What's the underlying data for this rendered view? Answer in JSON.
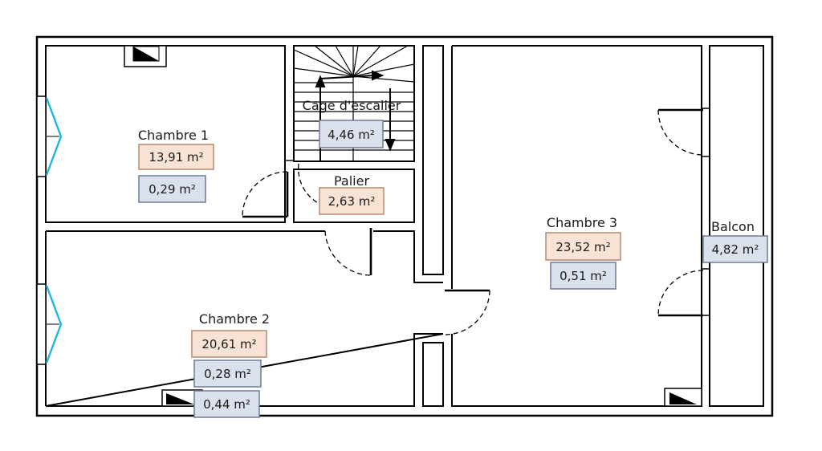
{
  "colors": {
    "floor_area_fill": "#f9e3d4",
    "floor_area_stroke": "#b08a70",
    "other_area_fill": "#dbe1ec",
    "other_area_stroke": "#6f7b93",
    "window": "#1fb3e6",
    "wall": "#000000"
  },
  "rooms": {
    "chambre1": {
      "name": "Chambre 1",
      "area_main": "13,91 m²",
      "area_secondary": "0,29 m²"
    },
    "cage": {
      "name": "Cage d'escalier",
      "area_secondary": "4,46 m²"
    },
    "palier": {
      "name": "Palier",
      "area_main": "2,63 m²"
    },
    "chambre2": {
      "name": "Chambre 2",
      "area_main": "20,61 m²",
      "area_secondary": "0,28 m²",
      "area_tertiary": "0,44 m²"
    },
    "chambre3": {
      "name": "Chambre 3",
      "area_main": "23,52 m²",
      "area_secondary": "0,51 m²"
    },
    "balcon": {
      "name": "Balcon",
      "area_secondary": "4,82 m²"
    }
  }
}
